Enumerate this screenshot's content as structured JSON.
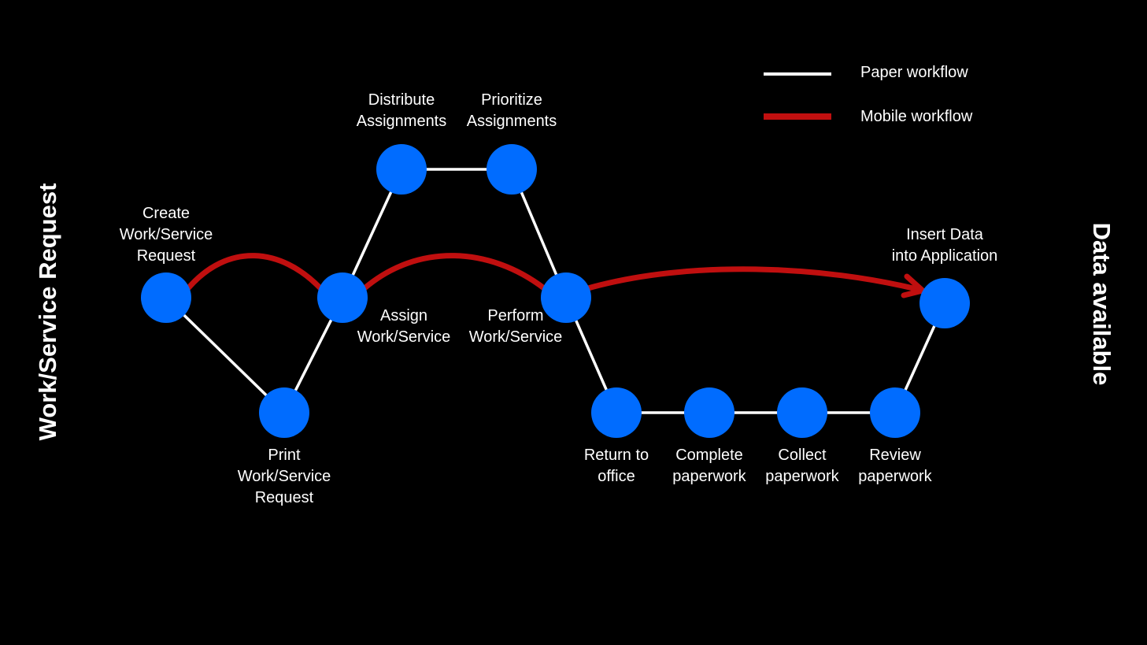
{
  "side_labels": {
    "left": "Work/Service Request",
    "right": "Data available"
  },
  "legend": {
    "paper": {
      "label": "Paper workflow",
      "color": "#ffffff"
    },
    "mobile": {
      "label": "Mobile workflow",
      "color": "#c00f0f"
    }
  },
  "colors": {
    "node": "#006cff",
    "background": "#000000"
  },
  "nodes": [
    {
      "id": "create",
      "lines": [
        "Create",
        "Work/Service",
        "Request"
      ]
    },
    {
      "id": "print",
      "lines": [
        "Print",
        "Work/Service",
        "Request"
      ]
    },
    {
      "id": "assign",
      "lines": [
        "Assign",
        "Work/Service"
      ]
    },
    {
      "id": "distribute",
      "lines": [
        "Distribute",
        "Assignments"
      ]
    },
    {
      "id": "prioritize",
      "lines": [
        "Prioritize",
        "Assignments"
      ]
    },
    {
      "id": "perform",
      "lines": [
        "Perform",
        "Work/Service"
      ]
    },
    {
      "id": "return",
      "lines": [
        "Return to",
        "office"
      ]
    },
    {
      "id": "complete",
      "lines": [
        "Complete",
        "paperwork"
      ]
    },
    {
      "id": "collect",
      "lines": [
        "Collect",
        "paperwork"
      ]
    },
    {
      "id": "review",
      "lines": [
        "Review",
        "paperwork"
      ]
    },
    {
      "id": "insert",
      "lines": [
        "Insert Data",
        "into Application"
      ]
    }
  ],
  "paper_edges": [
    [
      "create",
      "print"
    ],
    [
      "print",
      "assign"
    ],
    [
      "assign",
      "distribute"
    ],
    [
      "distribute",
      "prioritize"
    ],
    [
      "prioritize",
      "perform"
    ],
    [
      "perform",
      "return"
    ],
    [
      "return",
      "complete"
    ],
    [
      "complete",
      "collect"
    ],
    [
      "collect",
      "review"
    ],
    [
      "review",
      "insert"
    ]
  ],
  "mobile_path": [
    "create",
    "assign",
    "perform",
    "insert"
  ]
}
